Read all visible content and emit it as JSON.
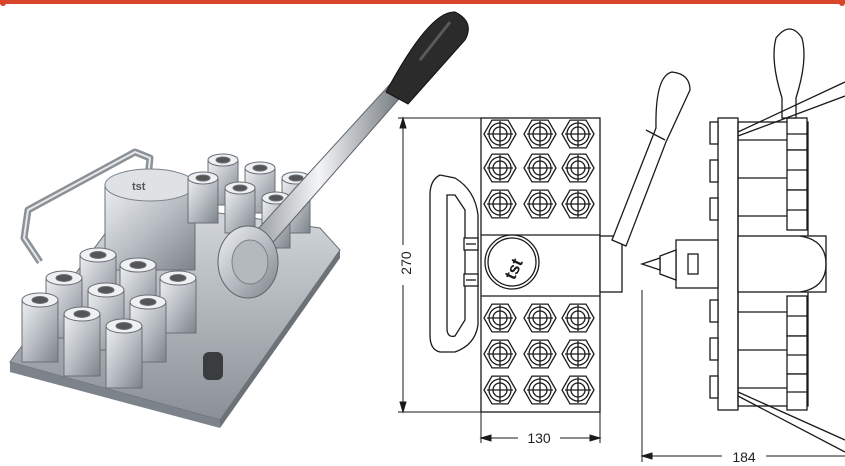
{
  "colors": {
    "accent": "#d9452b",
    "line": "#1a1a1a",
    "metal": "#c8cdd2",
    "handle": "#2b2b2b"
  },
  "photo": {
    "logo_text": "tst"
  },
  "drawing": {
    "logo_text": "tst",
    "dim_height": "270",
    "dim_width": "130",
    "dim_depth": "184"
  }
}
